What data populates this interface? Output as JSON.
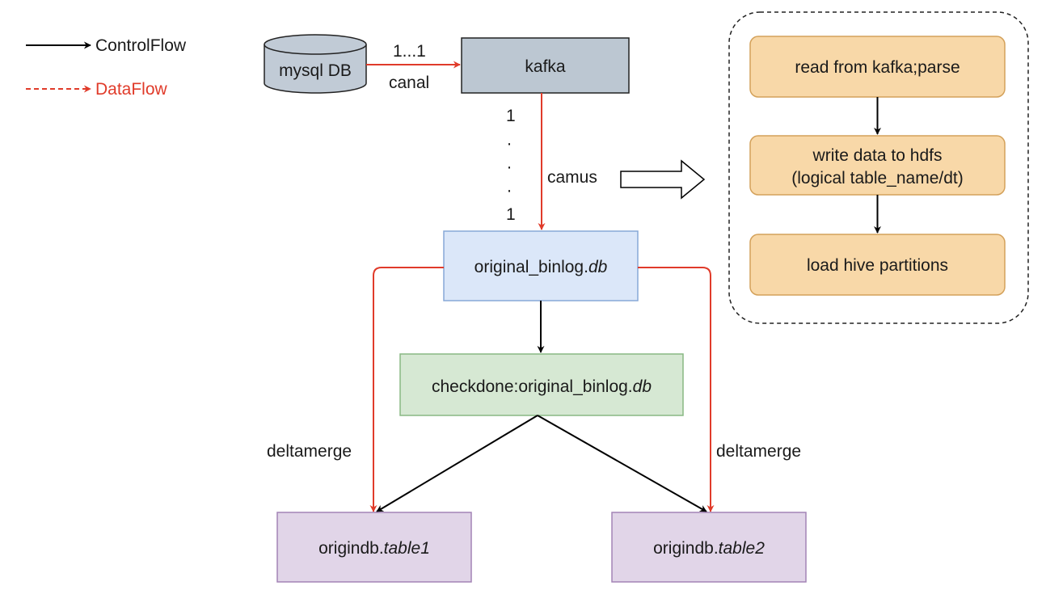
{
  "legend": {
    "control_flow": "ControlFlow",
    "data_flow": "DataFlow"
  },
  "nodes": {
    "mysql": "mysql DB",
    "kafka": "kafka",
    "binlog": {
      "main": "original_binlog.",
      "italic": "db"
    },
    "checkdone": {
      "main": "checkdone:original_binlog.",
      "italic": "db"
    },
    "table1": {
      "main": "origindb.",
      "italic": "table1"
    },
    "table2": {
      "main": "origindb.",
      "italic": "table2"
    }
  },
  "edge_labels": {
    "mysql_to_kafka_card": "1...1",
    "mysql_to_kafka_name": "canal",
    "kafka_card_top": "1",
    "kafka_card_dots": [
      "·",
      "·",
      "·"
    ],
    "kafka_card_bottom": "1",
    "camus": "camus",
    "deltamerge_left": "deltamerge",
    "deltamerge_right": "deltamerge"
  },
  "camus_steps": [
    {
      "lines": [
        "read from kafka;parse"
      ]
    },
    {
      "lines": [
        "write data to hdfs",
        "(logical table_name/dt)"
      ]
    },
    {
      "lines": [
        "load hive partitions"
      ]
    }
  ],
  "colors": {
    "control": "#000000",
    "data": "#e03b2a",
    "db_fill": "#c1cbd6",
    "kafka_fill": "#bcc7d2",
    "binlog_fill": "#dbe7f9",
    "binlog_stroke": "#87a9d7",
    "checkdone_fill": "#d6e8d3",
    "checkdone_stroke": "#88b883",
    "table_fill": "#e1d5e8",
    "table_stroke": "#a384b6",
    "step_fill": "#f8d8a8",
    "step_stroke": "#d4a15a"
  }
}
